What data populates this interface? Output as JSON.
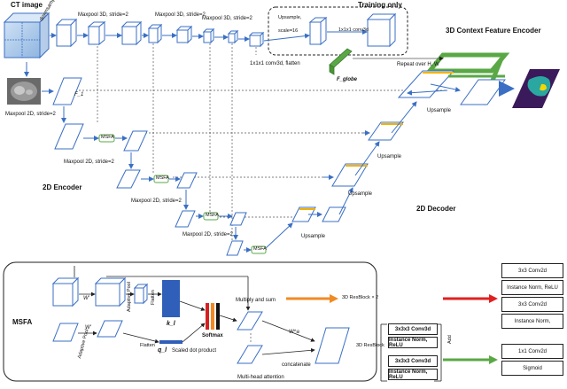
{
  "labels": {
    "ct_image": "CT image",
    "downsample": "downsample",
    "maxpool3d_1": "Maxpool 3D, stride=2",
    "maxpool3d_2": "Maxpool 3D, stride=2",
    "maxpool3d_3": "Maxpool 3D, stride=2",
    "training_only": "Training only",
    "upsample_scale": "Upsample,",
    "scale16": "scale=16",
    "conv1x1": "1x1x1 conv3d",
    "context_encoder": "3D Context Feature Encoder",
    "conv_flatten": "1x1x1 conv3d, flatten",
    "f_globe": "F_globe",
    "repeat": "Repeat over H, W",
    "f1": "F_1",
    "maxpool2d_1": "Maxpool 2D, stride=2",
    "maxpool2d_2": "Maxpool 2D, stride=2",
    "maxpool2d_3": "Maxpool 2D, stride=2",
    "maxpool2d_4": "Maxpool 2D, stride=2",
    "msfa": "MSFA",
    "upsample": "Upsample",
    "encoder_2d": "2D Encoder",
    "decoder_2d": "2D Decoder",
    "msfa_title": "MSFA",
    "flatten": "Flatten",
    "adaptive_pool": "Adaptive Pool",
    "k_l": "k_l",
    "q_l": "q_l",
    "softmax": "Softmax",
    "scaled_dot": "Scaled dot product",
    "multiply_sum": "Multiply and sum",
    "w_prime": "W'",
    "w_alpha": "W^a",
    "concatenate": "concatenate",
    "multihead": "Multi-head attention",
    "resblock_x2": "3D ResBlock × 2",
    "resblock": "3D ResBlock",
    "add": "Add"
  },
  "legend": {
    "left_stack": [
      "3x3x3 Conv3d",
      "Instance Norm, ReLU",
      "3x3x3 Conv3d",
      "Instance Norm, ReLU"
    ],
    "right_top_stack": [
      "3x3 Conv2d",
      "Instance Norm, ReLU",
      "3x3 Conv2d",
      "Instance Norm,"
    ],
    "right_bottom_stack": [
      "1x1 Conv2d",
      "Sigmoid"
    ]
  },
  "colors": {
    "cube_face": "#ffffff",
    "outline_blue": "#3a6fc4",
    "arrow_orange": "#f08a24",
    "arrow_red": "#e02020",
    "arrow_green": "#5aa845",
    "highlight_yellow": "#f2b200",
    "bar_blue": "#2f5fb8",
    "bar_red": "#d62020",
    "bar_orange": "#f08a24",
    "msfa_box_green": "#5aa845"
  }
}
